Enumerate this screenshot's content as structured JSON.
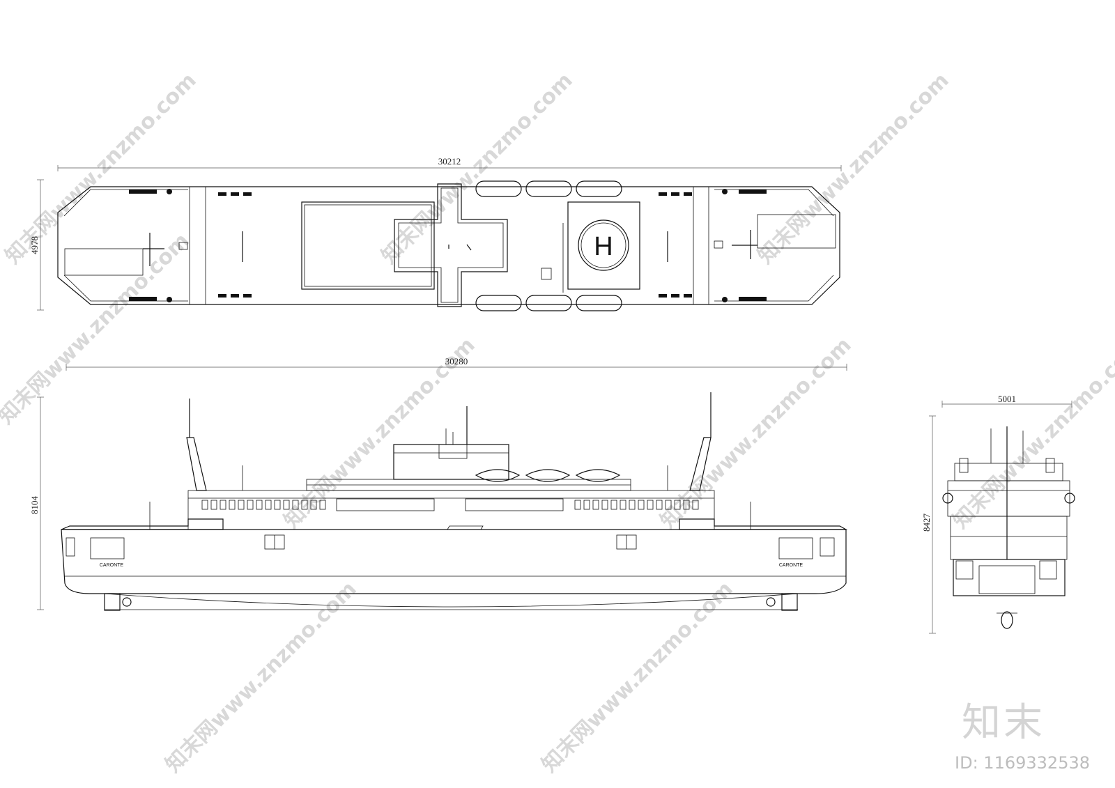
{
  "dimensions": {
    "plan_length": "30212",
    "plan_width": "4978",
    "profile_length": "30280",
    "profile_height": "8104",
    "front_width": "5001",
    "front_height": "8427"
  },
  "labels": {
    "helipad_letter": "H",
    "ship_name_left": "CARONTE",
    "ship_name_right": "CARONTE"
  },
  "watermark": {
    "text": "知末网www.znzmo.com",
    "logo": "知末",
    "id": "ID: 1169332538"
  }
}
